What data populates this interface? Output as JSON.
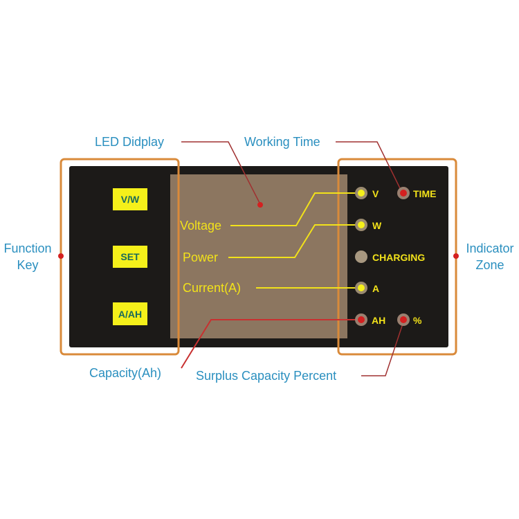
{
  "callouts": {
    "led_display": "LED Didplay",
    "working_time": "Working Time",
    "function_key": [
      "Function",
      "Key"
    ],
    "indicator_zone": [
      "Indicator",
      "Zone"
    ],
    "capacity": "Capacity(Ah)",
    "surplus": "Surplus Capacity Percent"
  },
  "buttons": [
    "V/W",
    "SET",
    "A/AH"
  ],
  "display_labels": [
    "Voltage",
    "Power",
    "Current(A)"
  ],
  "indicators": {
    "v": "V",
    "time": "TIME",
    "w": "W",
    "charging": "CHARGING",
    "a": "A",
    "ah": "AH",
    "percent": "%"
  },
  "colors": {
    "panel": "#1c1a18",
    "display": "#8c7660",
    "bracket": "#d98a3a",
    "callout_text": "#2a8fbf",
    "yellow": "#f2e21a",
    "red": "#d42020"
  }
}
